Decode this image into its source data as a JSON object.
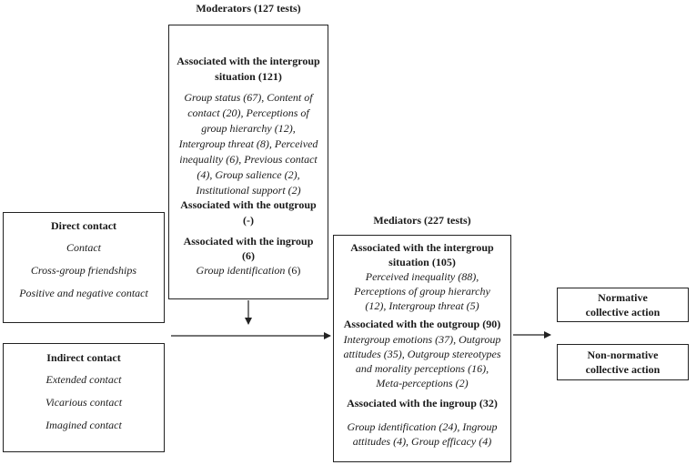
{
  "moderators": {
    "header": "Moderators (127 tests)",
    "intergroup_title": "Associated with the intergroup situation (121)",
    "intergroup_items": [
      "Group status (67), Content of",
      "contact (20), Perceptions of",
      "group hierarchy (12),",
      "Intergroup threat (8), Perceived",
      "inequality (6), Previous contact",
      "(4), Group salience (2),",
      "Institutional support (2)"
    ],
    "outgroup_title": "Associated with the outgroup",
    "outgroup_value": "(-)",
    "ingroup_title": "Associated with the ingroup",
    "ingroup_value": "(6)",
    "ingroup_item_italic": "Group identification",
    "ingroup_item_count": " (6)"
  },
  "direct_contact": {
    "title": "Direct contact",
    "items": [
      "Contact",
      "Cross-group friendships",
      "Positive and negative contact"
    ]
  },
  "indirect_contact": {
    "title": "Indirect contact",
    "items": [
      "Extended contact",
      "Vicarious contact",
      "Imagined contact"
    ]
  },
  "mediators": {
    "header": "Mediators (227 tests)",
    "intergroup_title_1": "Associated with the intergroup",
    "intergroup_title_2": "situation (105)",
    "intergroup_items": [
      "Perceived inequality (88),",
      "Perceptions of group hierarchy",
      "(12), Intergroup threat (5)"
    ],
    "outgroup_title": "Associated with the outgroup (90)",
    "outgroup_items": [
      "Intergroup emotions (37), Outgroup",
      "attitudes (35), Outgroup stereotypes",
      "and morality perceptions (16),",
      "Meta-perceptions (2)"
    ],
    "ingroup_title": "Associated with the ingroup (32)",
    "ingroup_items": [
      "Group identification (24), Ingroup",
      "attitudes (4), Group efficacy (4)"
    ]
  },
  "outcomes": {
    "normative": [
      "Normative",
      "collective action"
    ],
    "non_normative": [
      "Non-normative",
      "collective action"
    ]
  }
}
